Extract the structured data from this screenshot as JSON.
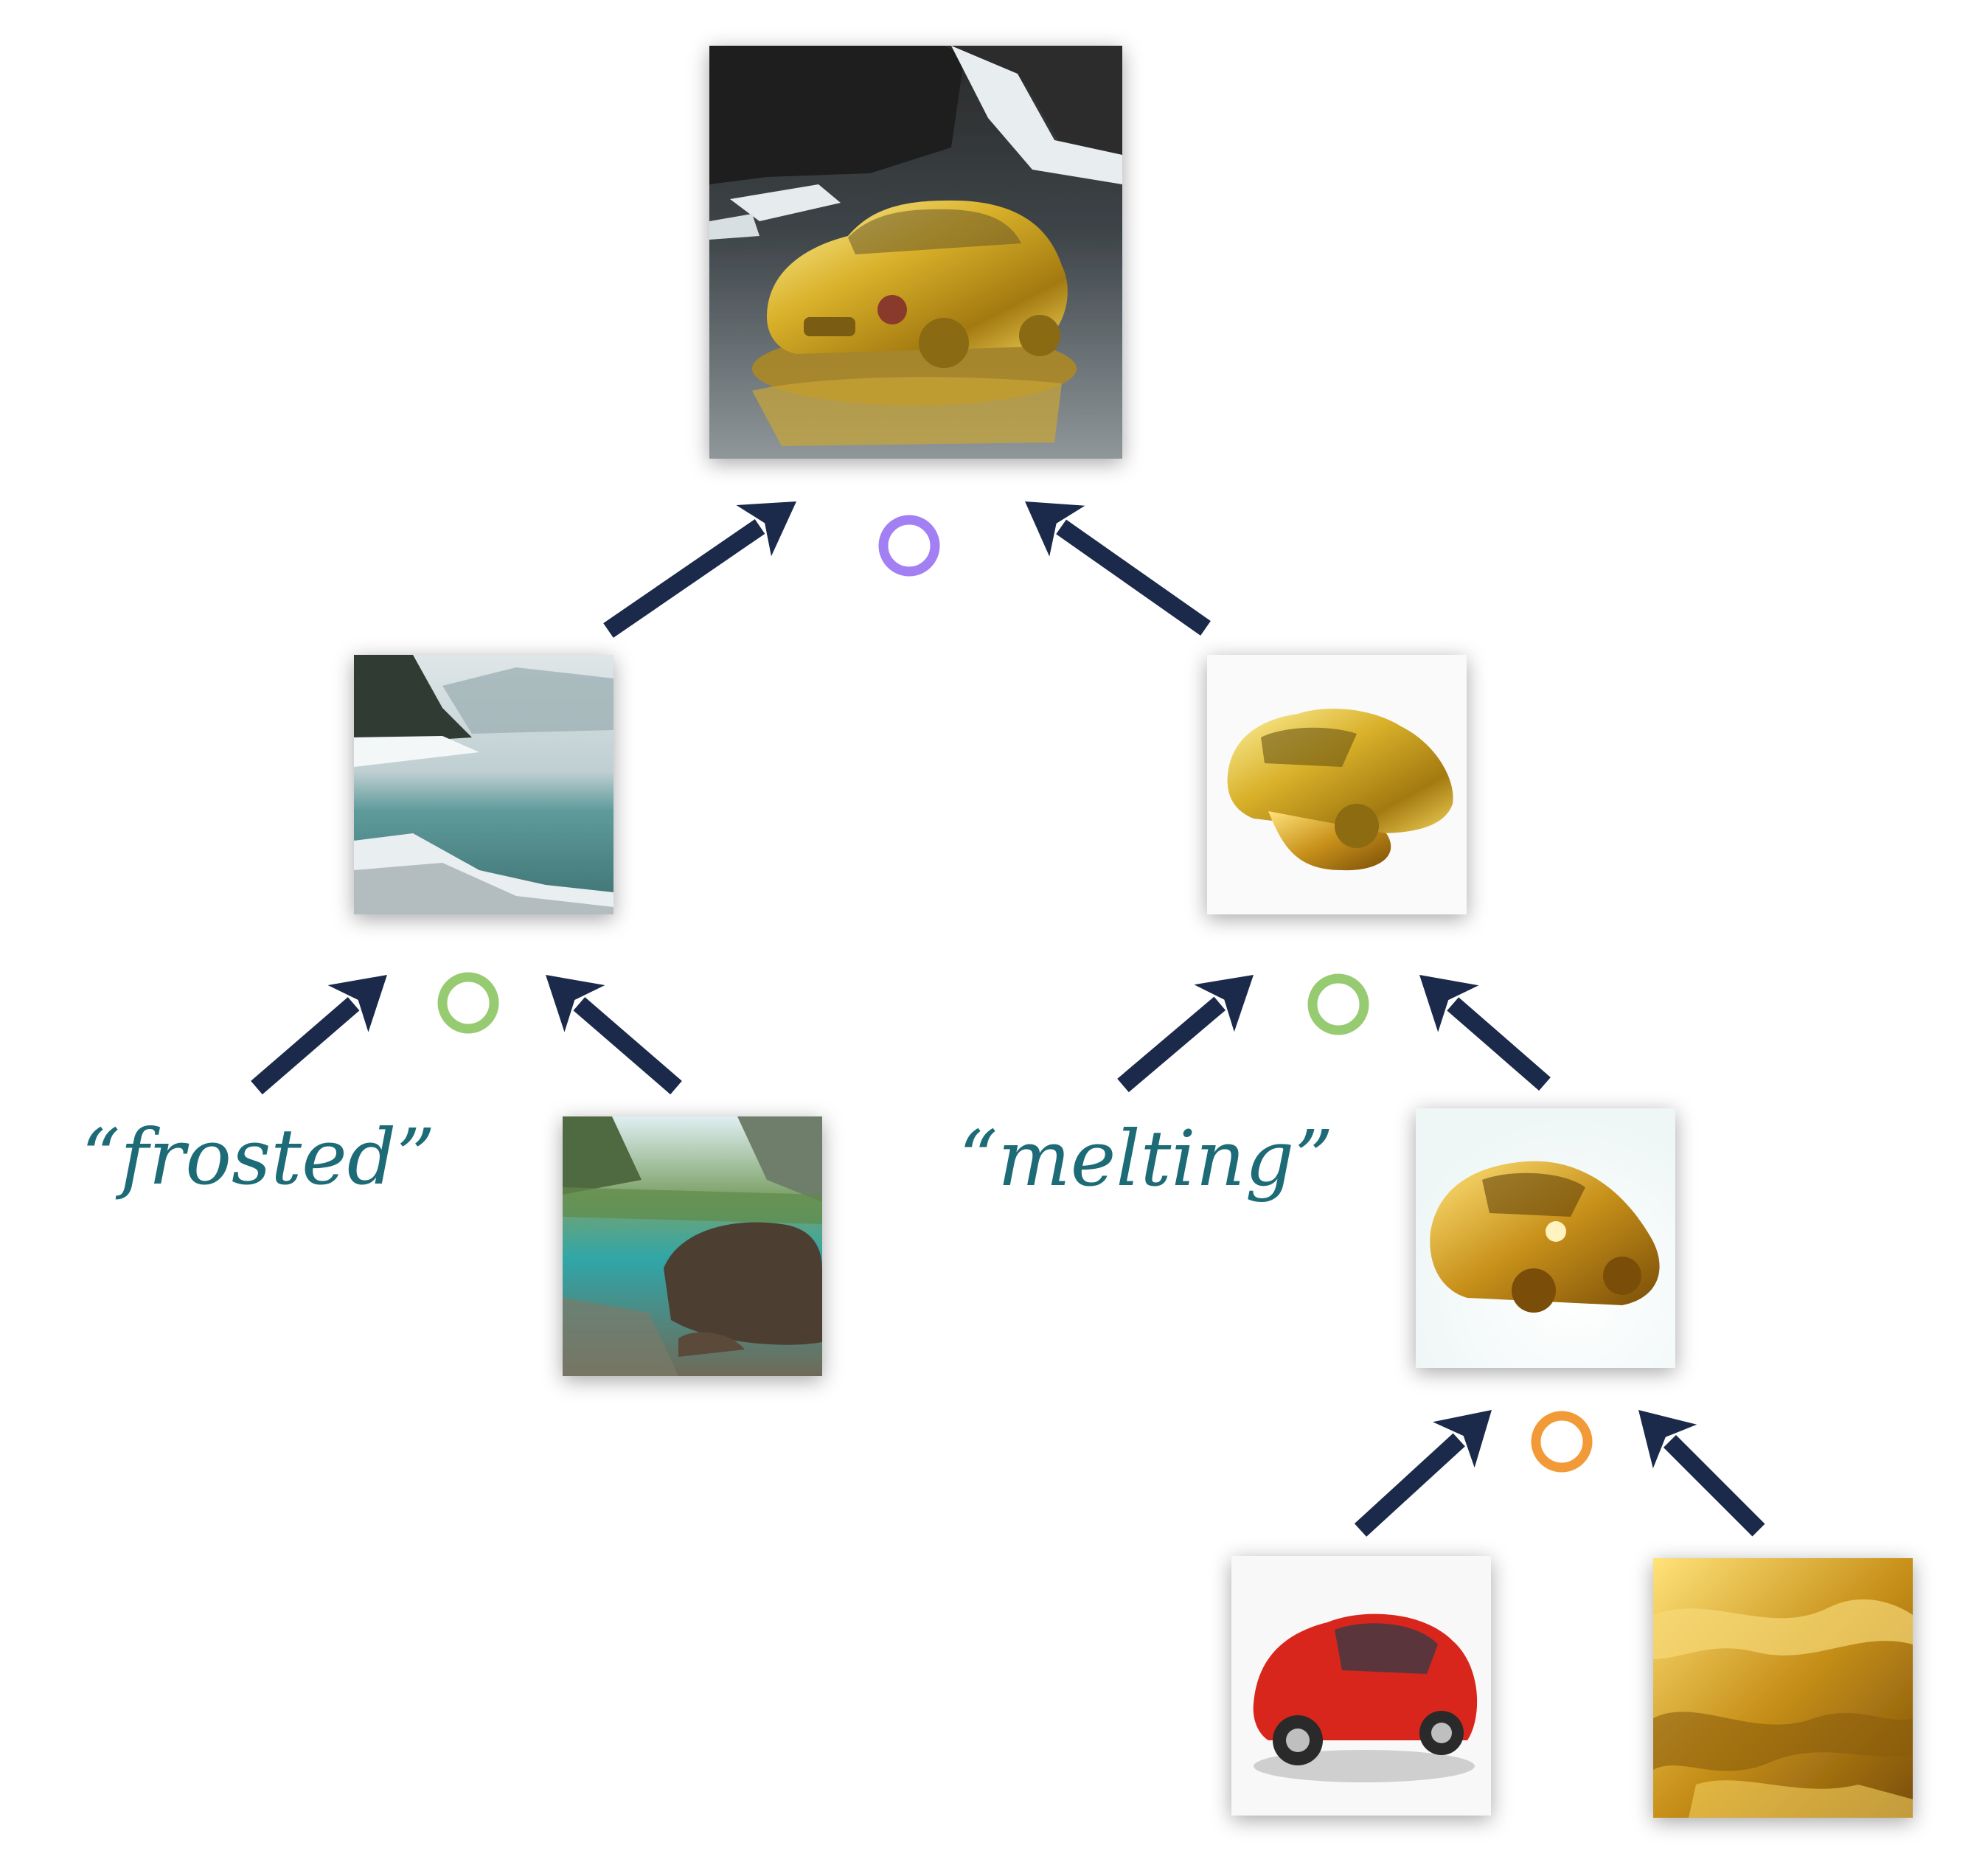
{
  "colors": {
    "arrow": "#1b2a4a",
    "op_purple": "#a27ff2",
    "op_green": "#97cb72",
    "op_orange": "#f39a38",
    "text_teal": "#1d6b76"
  },
  "labels": {
    "frosted": "“frosted”",
    "melting": "“melting”"
  },
  "nodes": [
    {
      "name": "image-gold-car-in-snowy-lake",
      "kind": "composite result"
    },
    {
      "name": "image-frosted-lake",
      "kind": "intermediate"
    },
    {
      "name": "image-melting-gold-car",
      "kind": "intermediate"
    },
    {
      "name": "image-mountain-lake",
      "kind": "input"
    },
    {
      "name": "image-gold-toy-car",
      "kind": "intermediate"
    },
    {
      "name": "image-red-toy-car",
      "kind": "input"
    },
    {
      "name": "image-gold-texture",
      "kind": "input"
    }
  ]
}
